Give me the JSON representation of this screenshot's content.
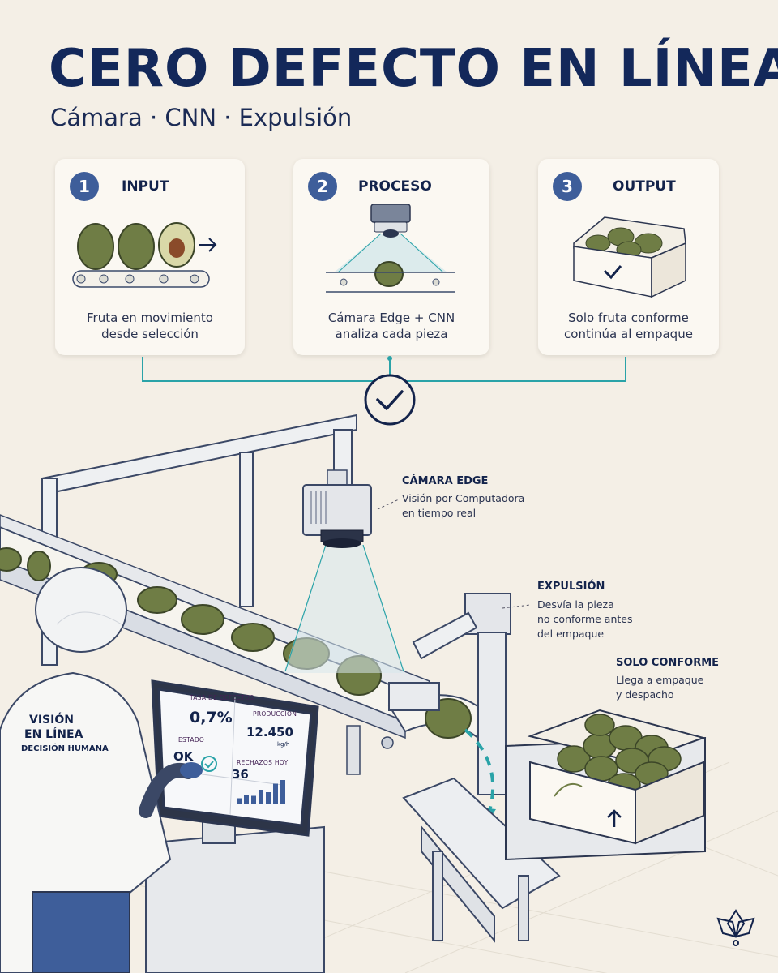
{
  "title": "CERO DEFECTO EN LÍNEA",
  "subtitle": "Cámara · CNN · Expulsión",
  "steps": [
    {
      "number": "1",
      "label": "INPUT",
      "caption_line1": "Fruta en movimiento",
      "caption_line2": "desde selección"
    },
    {
      "number": "2",
      "label": "PROCESO",
      "caption_line1": "Cámara Edge + CNN",
      "caption_line2": "analiza cada pieza"
    },
    {
      "number": "3",
      "label": "OUTPUT",
      "caption_line1": "Solo fruta conforme",
      "caption_line2": "continúa al empaque"
    }
  ],
  "callouts": {
    "camera": {
      "title": "CÁMARA EDGE",
      "line1": "Visión por Computadora",
      "line2": "en tiempo real"
    },
    "eject": {
      "title": "EXPULSIÓN",
      "line1": "Desvía la pieza",
      "line2": "no conforme antes",
      "line3": "del empaque"
    },
    "conforme": {
      "title": "SOLO CONFORME",
      "line1": "Llega a empaque",
      "line2": "y despacho"
    }
  },
  "tablet": {
    "defect_rate_label": "TASA DE DEFECTOS",
    "defect_rate_value": "0,7%",
    "production_label": "PRODUCCIÓN",
    "production_value": "12.450",
    "production_unit": "kg/h",
    "status_label": "ESTADO",
    "status_value": "OK",
    "rejects_label": "RECHAZOS HOY",
    "rejects_value": "36",
    "chart_bars": [
      0.25,
      0.4,
      0.35,
      0.6,
      0.5,
      0.85,
      1.0
    ]
  },
  "coat": {
    "line1": "VISIÓN",
    "line2": "EN LÍNEA",
    "line3": "DECISIÓN HUMANA"
  },
  "colors": {
    "navy": "#13285a",
    "accent_blue": "#3e5e9a",
    "teal": "#2aa3a8",
    "avocado": "#6f7d45",
    "background": "#f4efe6"
  },
  "icons": [
    "check-circle-icon",
    "arrow-right-icon",
    "brand-logo-icon"
  ]
}
